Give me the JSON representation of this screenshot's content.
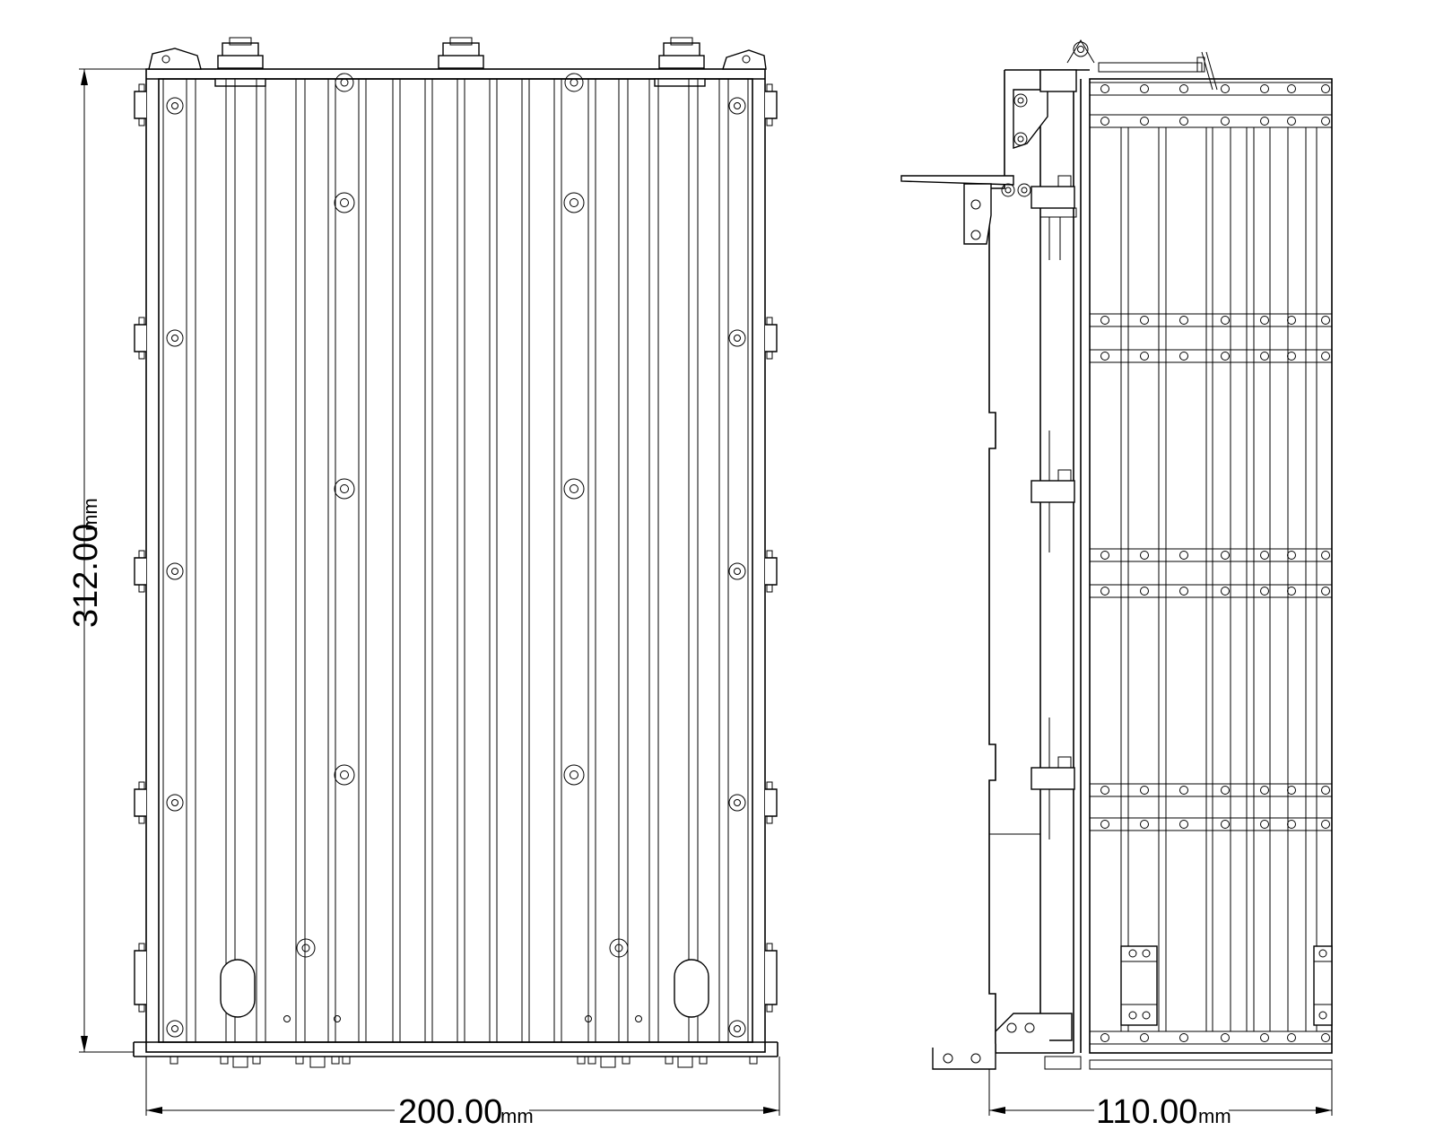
{
  "front_view": {
    "height_dimension": {
      "value": "312.00",
      "unit": "mm"
    },
    "width_dimension": {
      "value": "200.00",
      "unit": "mm"
    }
  },
  "side_view": {
    "depth_dimension": {
      "value": "110.00",
      "unit": "mm"
    }
  },
  "colors": {
    "line": "#000000",
    "background": "#ffffff"
  }
}
